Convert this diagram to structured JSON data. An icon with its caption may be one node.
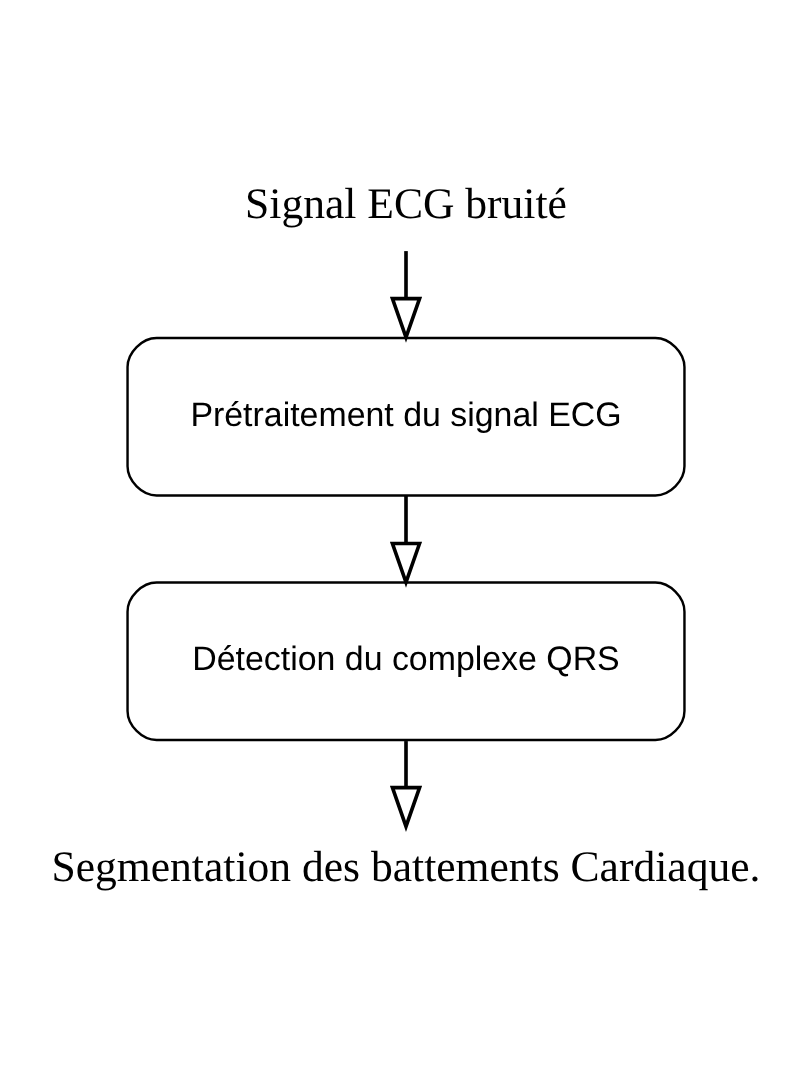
{
  "diagram": {
    "nodes": [
      {
        "text": [
          "Signal ECG bruité"
        ]
      },
      {
        "text": [
          "Prétraitement du signal ECG"
        ]
      },
      {
        "text": [
          "Détection du complexe QRS"
        ]
      },
      {
        "text": [
          "Segmentation des battements Cardiaque."
        ]
      }
    ],
    "edges": [
      {
        "from": 0,
        "to": 1,
        "arrow": "to"
      },
      {
        "from": 1,
        "to": 2,
        "arrow": "to"
      },
      {
        "from": 2,
        "to": 3,
        "arrow": "to"
      }
    ]
  }
}
